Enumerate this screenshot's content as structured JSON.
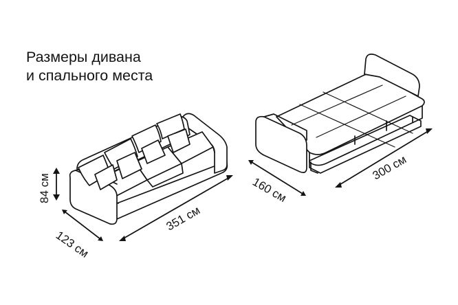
{
  "title": {
    "line1": "Размеры дивана",
    "line2": "и спального места"
  },
  "dimensions": {
    "height": "84 см",
    "depth": "123 см",
    "length": "351 см",
    "bed_width": "160 см",
    "bed_length": "300 см"
  },
  "colors": {
    "line": "#141414",
    "background": "#ffffff"
  }
}
